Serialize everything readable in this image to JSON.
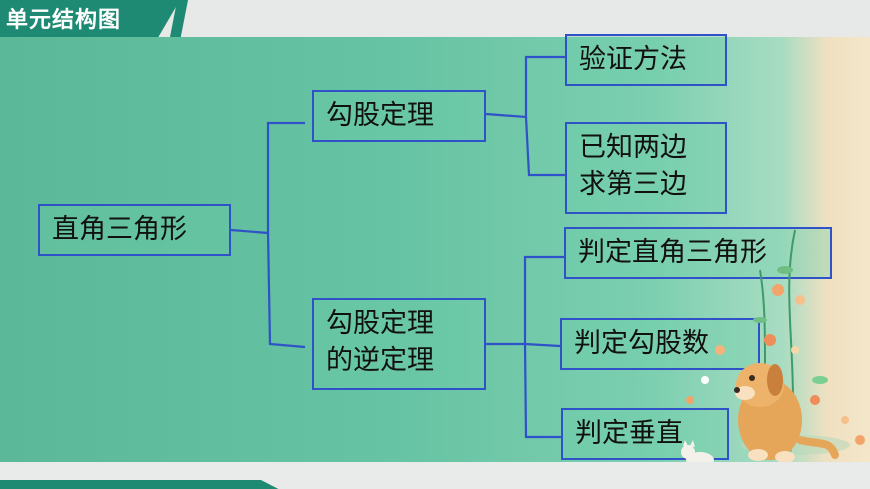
{
  "header": {
    "title": "单元结构图"
  },
  "diagram": {
    "root": {
      "label": "直角三角形"
    },
    "branches": [
      {
        "label_lines": [
          "勾股定理"
        ],
        "children": [
          {
            "label_lines": [
              "验证方法"
            ]
          },
          {
            "label_lines": [
              "已知两边",
              "求第三边"
            ]
          }
        ]
      },
      {
        "label_lines": [
          "勾股定理",
          "的逆定理"
        ],
        "children": [
          {
            "label_lines": [
              "判定直角三角形"
            ]
          },
          {
            "label_lines": [
              "判定勾股数"
            ]
          },
          {
            "label_lines": [
              "判定垂直"
            ]
          }
        ]
      }
    ]
  },
  "colors": {
    "accent": "#1f8a73",
    "connector": "#2f52c8",
    "board": "#66c3a3"
  },
  "illustration": {
    "subject": "puppy-with-flowers"
  }
}
